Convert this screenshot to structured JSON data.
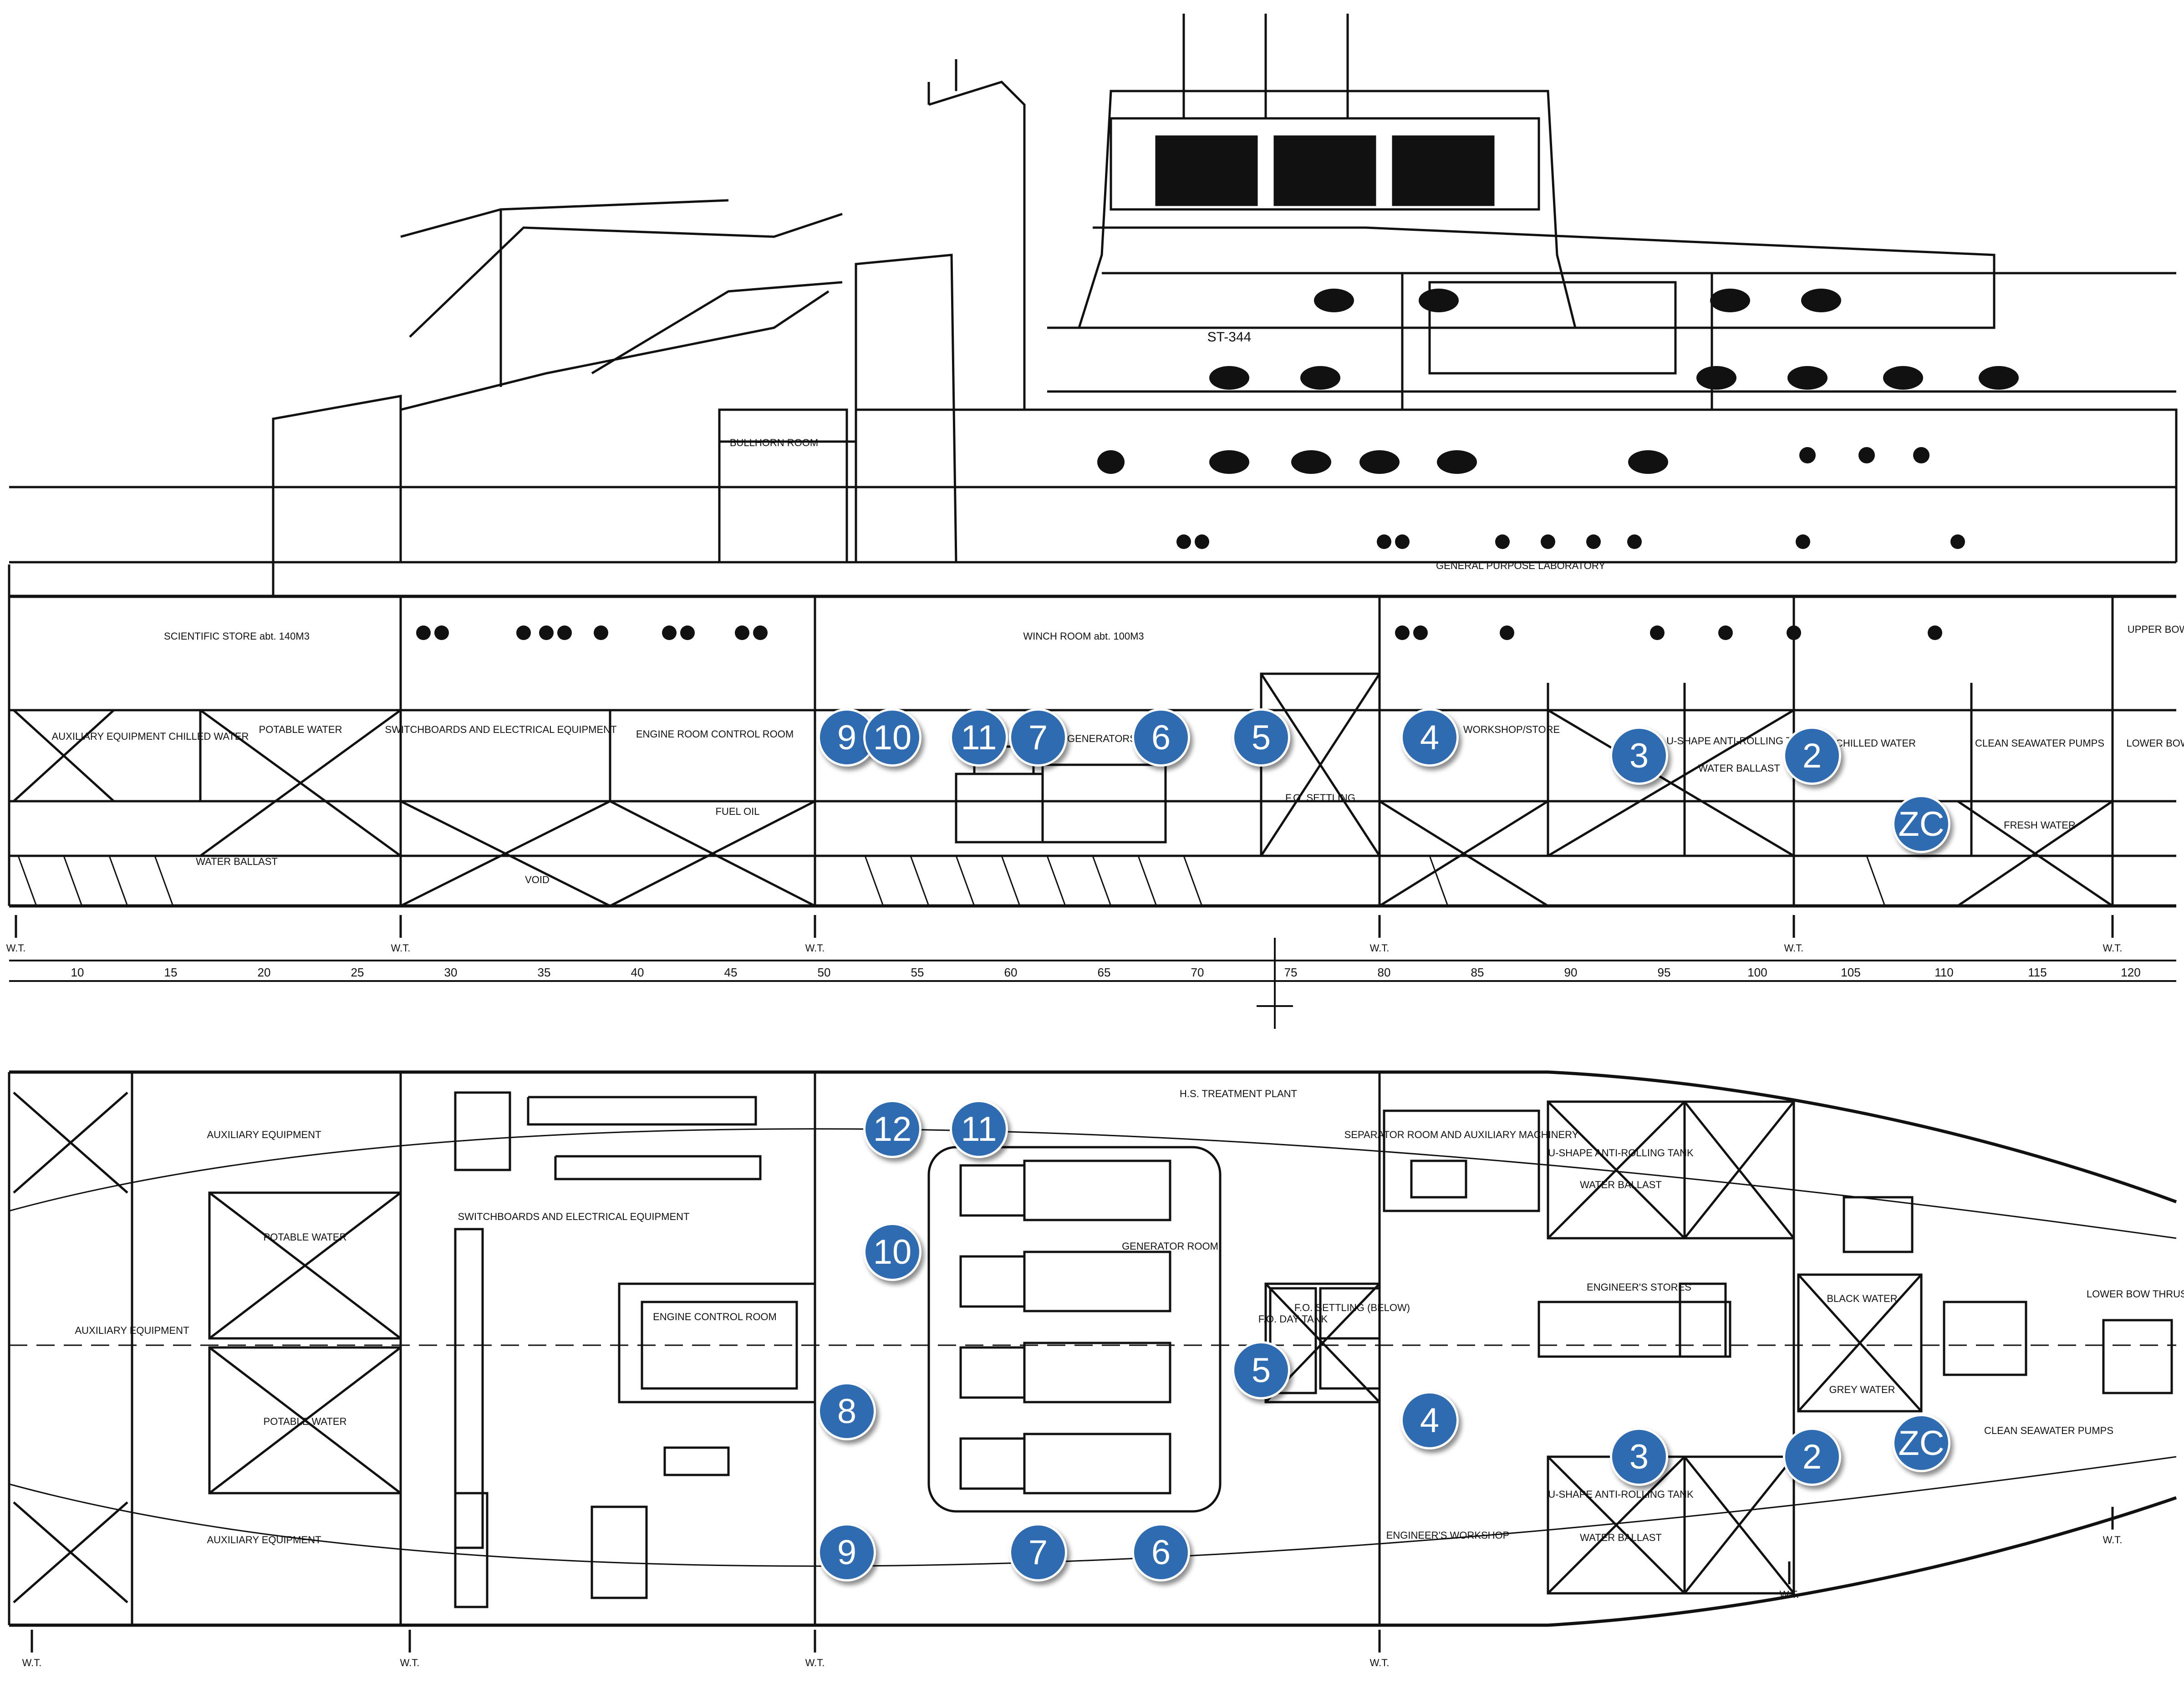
{
  "elevation_labels": [
    {
      "id": "scientific_store",
      "text": "SCIENTIFIC STORE abt. 140M3"
    },
    {
      "id": "winch_room",
      "text": "WINCH ROOM abt. 100M3"
    },
    {
      "id": "aux_equipment_chilled",
      "text": "AUXILIARY EQUIPMENT CHILLED WATER"
    },
    {
      "id": "potable_water",
      "text": "POTABLE WATER"
    },
    {
      "id": "switchboards",
      "text": "SWITCHBOARDS AND ELECTRICAL EQUIPMENT"
    },
    {
      "id": "engine_control",
      "text": "ENGINE ROOM CONTROL ROOM"
    },
    {
      "id": "fuel_oil",
      "text": "FUEL OIL"
    },
    {
      "id": "water_ballast",
      "text": "WATER BALLAST"
    },
    {
      "id": "void",
      "text": "VOID"
    },
    {
      "id": "generators",
      "text": "GENERATORS"
    },
    {
      "id": "fo_settling",
      "text": "F.O. SETTLING"
    },
    {
      "id": "workshop_store",
      "text": "WORKSHOP/STORE"
    },
    {
      "id": "u_shape_tank",
      "text": "U-SHAPE ANTI-ROLLING TANK"
    },
    {
      "id": "water_ballast2",
      "text": "WATER BALLAST"
    },
    {
      "id": "chilled_water",
      "text": "CHILLED WATER"
    },
    {
      "id": "clean_seawater",
      "text": "CLEAN SEAWATER PUMPS"
    },
    {
      "id": "fresh_water",
      "text": "FRESH WATER"
    },
    {
      "id": "general_lab",
      "text": "GENERAL PURPOSE LABORATORY"
    },
    {
      "id": "bullhorn",
      "text": "BULLHORN ROOM"
    },
    {
      "id": "hull_no",
      "text": "ST-344"
    },
    {
      "id": "upper_bow",
      "text": "UPPER BOW"
    },
    {
      "id": "lower_bow",
      "text": "LOWER BOW"
    }
  ],
  "plan_labels": [
    {
      "id": "aux_eq_top",
      "text": "AUXILIARY EQUIPMENT"
    },
    {
      "id": "aux_eq_mid",
      "text": "AUXILIARY EQUIPMENT"
    },
    {
      "id": "aux_eq_bot",
      "text": "AUXILIARY EQUIPMENT"
    },
    {
      "id": "potable_top",
      "text": "POTABLE WATER"
    },
    {
      "id": "potable_bot",
      "text": "POTABLE WATER"
    },
    {
      "id": "switchboards_plan",
      "text": "SWITCHBOARDS AND ELECTRICAL EQUIPMENT"
    },
    {
      "id": "engine_control_room",
      "text": "ENGINE CONTROL ROOM"
    },
    {
      "id": "generator_room",
      "text": "GENERATOR ROOM"
    },
    {
      "id": "fo_day_tank",
      "text": "F.O. DAY TANK"
    },
    {
      "id": "fo_settling_plan",
      "text": "F.O. SETTLING (BELOW)"
    },
    {
      "id": "separator_room",
      "text": "SEPARATOR ROOM AND AUXILIARY MACHINERY"
    },
    {
      "id": "engineers_stores",
      "text": "ENGINEER'S STORES"
    },
    {
      "id": "engineers_workshop",
      "text": "ENGINEER'S WORKSHOP"
    },
    {
      "id": "u_shape_top",
      "text": "U-SHAPE ANTI-ROLLING TANK"
    },
    {
      "id": "water_ballast_top",
      "text": "WATER BALLAST"
    },
    {
      "id": "u_shape_bot",
      "text": "U-SHAPE ANTI-ROLLING TANK"
    },
    {
      "id": "water_ballast_bot",
      "text": "WATER BALLAST"
    },
    {
      "id": "black_water",
      "text": "BLACK WATER"
    },
    {
      "id": "grey_water",
      "text": "GREY WATER"
    },
    {
      "id": "clean_seawater_plan",
      "text": "CLEAN SEAWATER PUMPS"
    },
    {
      "id": "lower_bow_thruster",
      "text": "LOWER BOW THRUST"
    },
    {
      "id": "treatment_plant",
      "text": "H.S. TREATMENT PLANT"
    }
  ],
  "watertight_label": "W.T.",
  "frame_ticks": [
    "10",
    "15",
    "20",
    "25",
    "30",
    "35",
    "40",
    "45",
    "50",
    "55",
    "60",
    "65",
    "70",
    "75",
    "80",
    "85",
    "90",
    "95",
    "100",
    "105",
    "110",
    "115",
    "120"
  ],
  "markers_elevation": [
    "9",
    "10",
    "11",
    "7",
    "6",
    "5",
    "4",
    "3",
    "2",
    "ZC"
  ],
  "markers_plan": [
    "12",
    "11",
    "10",
    "5",
    "4",
    "8",
    "3",
    "2",
    "ZC",
    "9",
    "7",
    "6"
  ],
  "colors": {
    "marker_fill": "#2e6bb0",
    "marker_border": "#ffffff",
    "line": "#111111"
  }
}
